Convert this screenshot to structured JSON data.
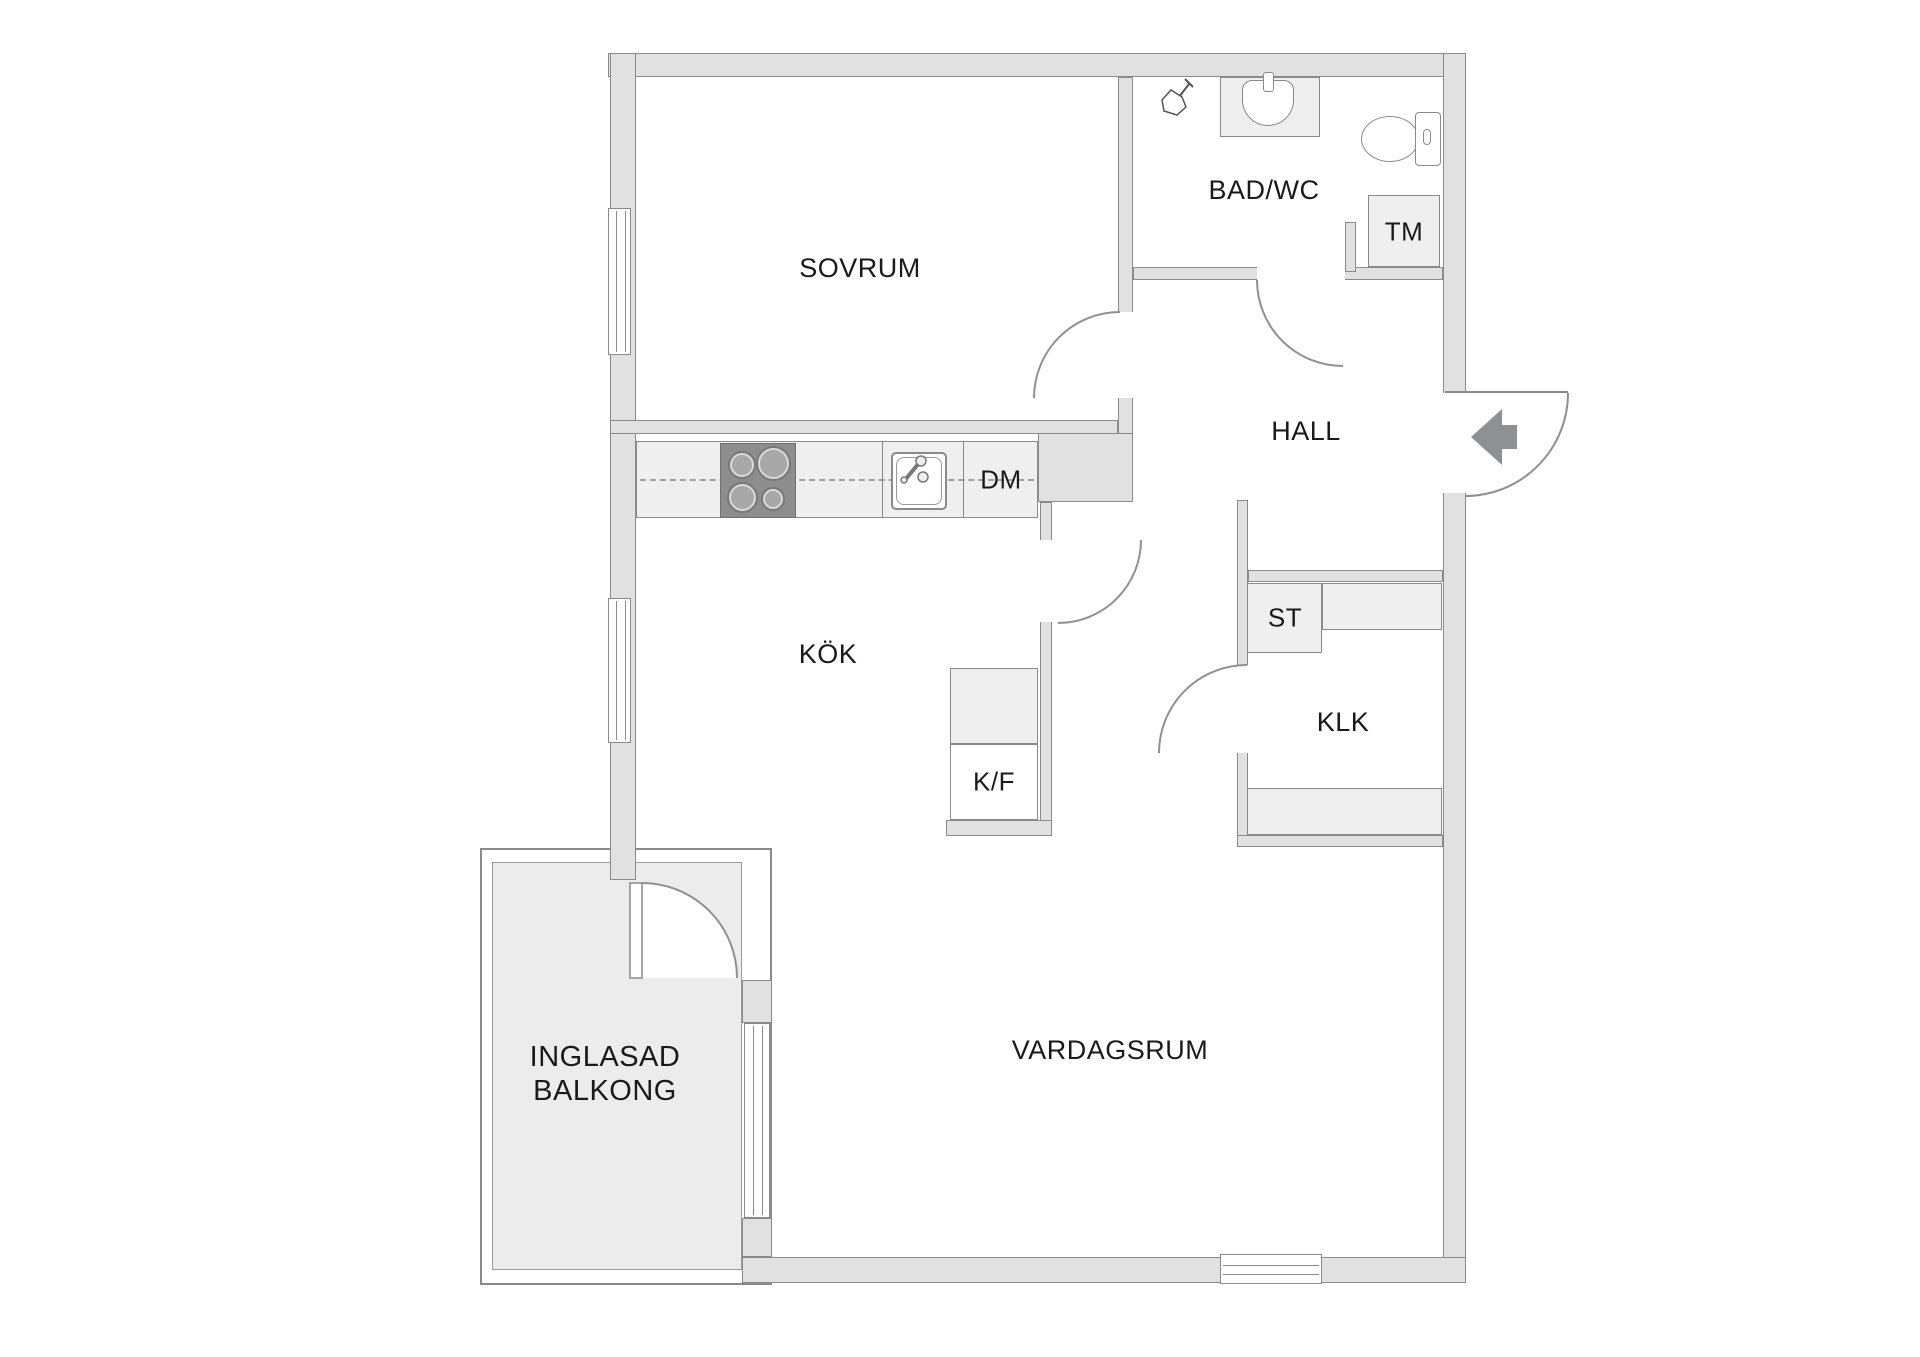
{
  "plan": {
    "rooms": {
      "sovrum": {
        "label": "SOVRUM"
      },
      "bad_wc": {
        "label": "BAD/WC"
      },
      "hall": {
        "label": "HALL"
      },
      "kok": {
        "label": "KÖK"
      },
      "klk": {
        "label": "KLK"
      },
      "vardagsrum": {
        "label": "VARDAGSRUM"
      },
      "balkong": {
        "line1": "INGLASAD",
        "line2": "BALKONG"
      }
    },
    "appliances": {
      "dm": {
        "label": "DM"
      },
      "tm": {
        "label": "TM"
      },
      "st": {
        "label": "ST"
      },
      "kf": {
        "label": "K/F"
      }
    },
    "icons": {
      "shower": "shower-icon",
      "washbasin": "washbasin-icon",
      "toilet": "toilet-icon",
      "stove": "stove-icon",
      "kitchen_sink": "kitchen-sink-icon",
      "entrance_arrow": "entrance-arrow-icon"
    },
    "colors": {
      "wall_fill": "#e1e1e1",
      "wall_stroke": "#8a8a8a",
      "fixture_fill": "#efefef",
      "balcony_floor": "#ececec",
      "stove_fill": "#8d8d8d",
      "arrow_fill": "#8e9193",
      "text": "#1a1a1a",
      "background": "#ffffff"
    }
  }
}
